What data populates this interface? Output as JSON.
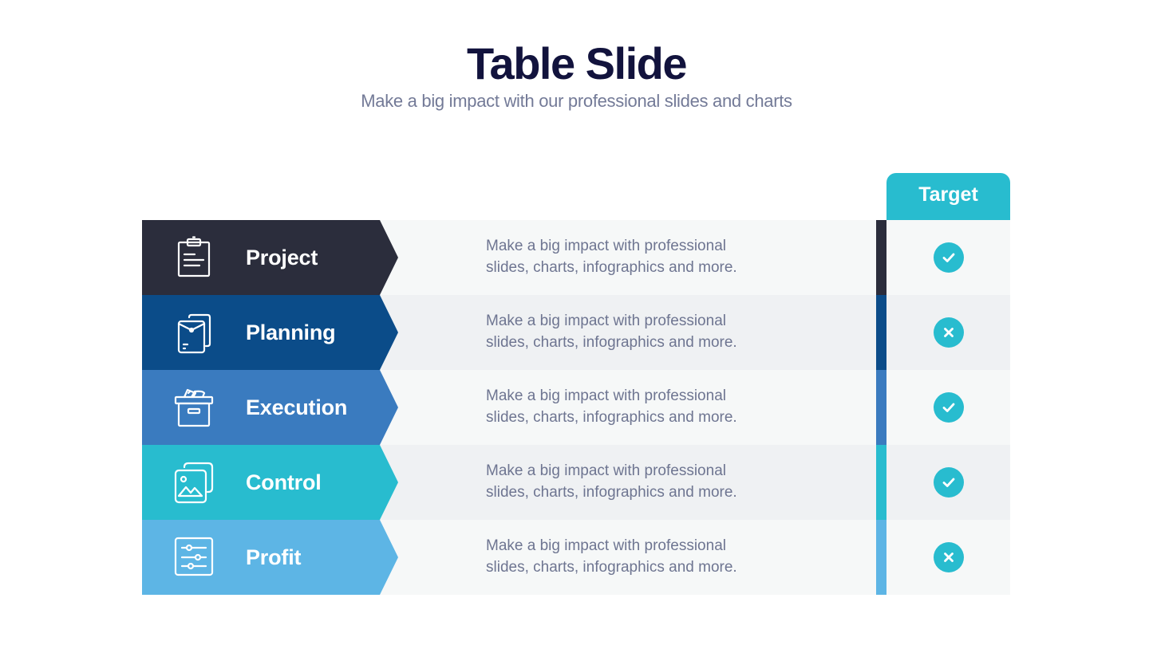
{
  "header": {
    "title": "Table Slide",
    "subtitle": "Make a big impact with our professional slides and charts"
  },
  "table": {
    "target_header": "Target",
    "accent_color": "#28bccf",
    "rows": [
      {
        "label": "Project",
        "icon": "clipboard-icon",
        "color": "#2b2d3c",
        "description_line1": "Make a big impact with professional",
        "description_line2": "slides, charts, infographics and more.",
        "status": "check"
      },
      {
        "label": "Planning",
        "icon": "envelope-folder-icon",
        "color": "#0b4c89",
        "description_line1": "Make a big impact with professional",
        "description_line2": "slides, charts, infographics and more.",
        "status": "cross"
      },
      {
        "label": "Execution",
        "icon": "archive-box-icon",
        "color": "#3a7bbf",
        "description_line1": "Make a big impact with professional",
        "description_line2": "slides, charts, infographics and more.",
        "status": "check"
      },
      {
        "label": "Control",
        "icon": "image-gallery-icon",
        "color": "#28bccf",
        "description_line1": "Make a big impact with professional",
        "description_line2": "slides, charts, infographics and more.",
        "status": "check"
      },
      {
        "label": "Profit",
        "icon": "sliders-icon",
        "color": "#5db5e5",
        "description_line1": "Make a big impact with professional",
        "description_line2": "slides, charts, infographics and more.",
        "status": "cross"
      }
    ]
  }
}
